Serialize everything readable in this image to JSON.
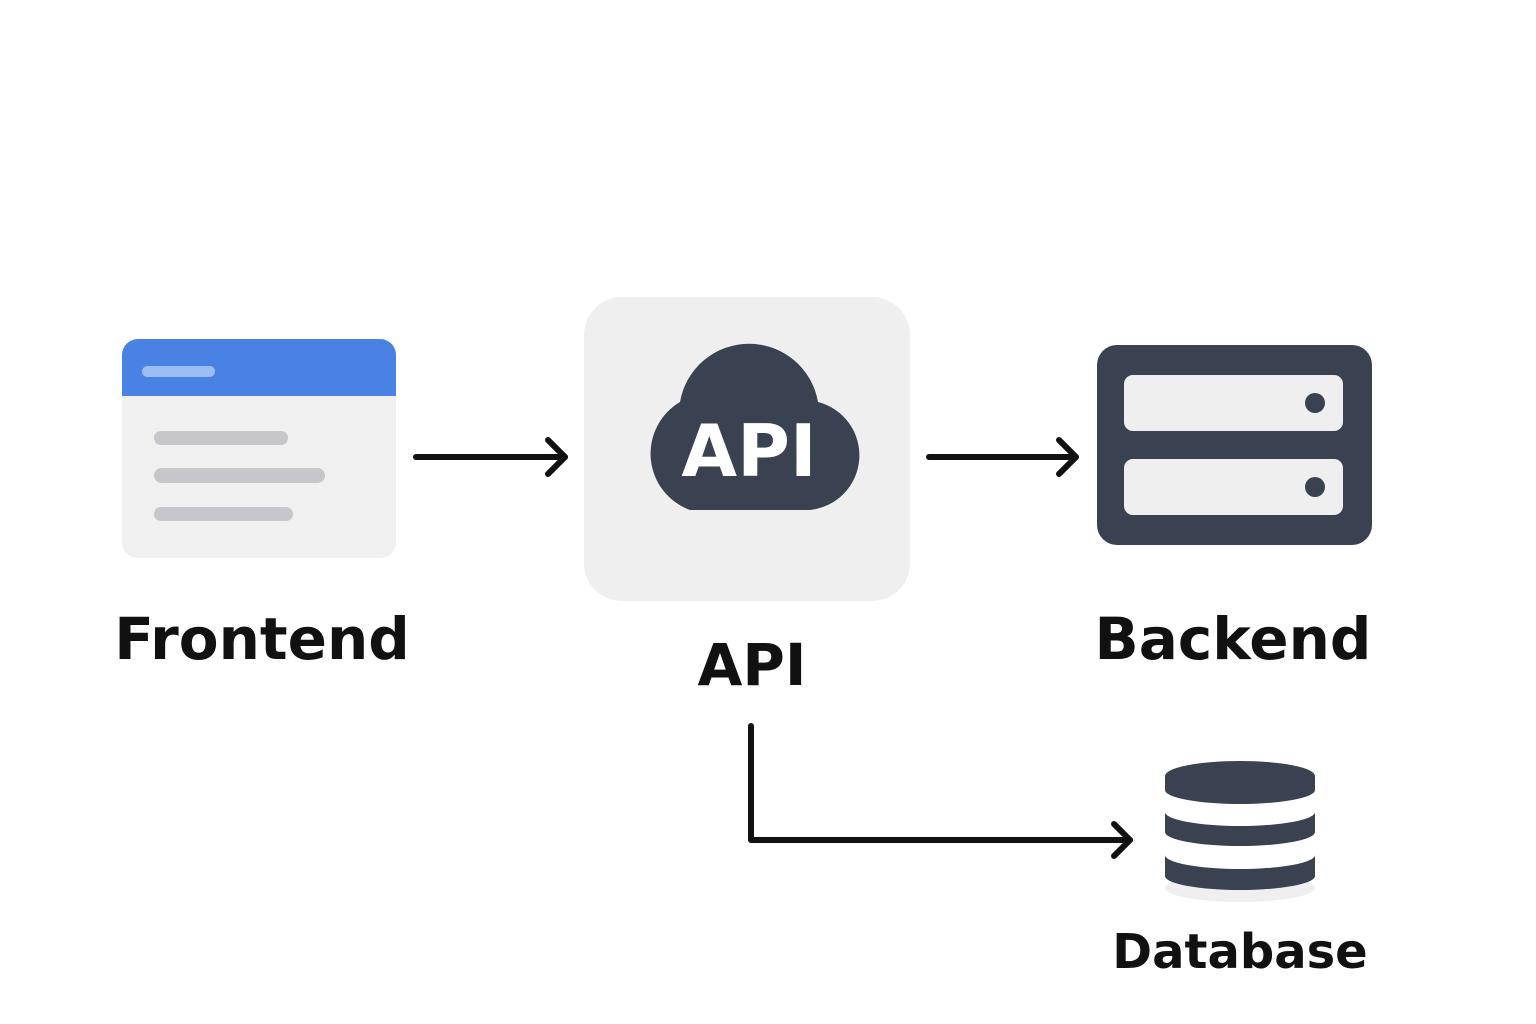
{
  "colors": {
    "background": "#ffffff",
    "dark_icon": "#3a4150",
    "frontend_header": "#4a82e3",
    "frontend_header_bar": "#9bbdf3",
    "frontend_body": "#f0f0f1",
    "frontend_lines": "#c6c6cb",
    "api_tile": "#efefef",
    "api_cloud_text": "#ffffff",
    "arrow": "#111111",
    "label_text": "#111111"
  },
  "nodes": {
    "frontend": {
      "label": "Frontend",
      "icon": "browser-window-icon"
    },
    "api": {
      "label": "API",
      "icon": "cloud-icon",
      "icon_text": "API"
    },
    "backend": {
      "label": "Backend",
      "icon": "server-icon"
    },
    "database": {
      "label": "Database",
      "icon": "database-icon"
    }
  },
  "edges": [
    {
      "from": "Frontend",
      "to": "API"
    },
    {
      "from": "API",
      "to": "Backend"
    },
    {
      "from": "API",
      "to": "Database"
    }
  ]
}
